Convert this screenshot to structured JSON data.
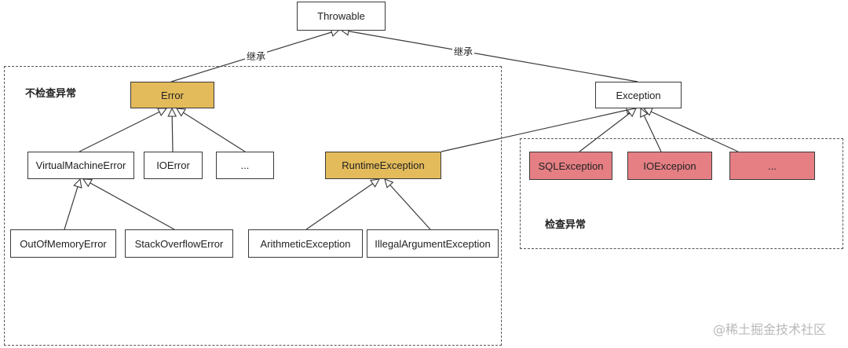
{
  "colors": {
    "error_fill": "#e3bb5b",
    "runtime_fill": "#e3bb5b",
    "checked_fill": "#e57f84",
    "default_fill": "#ffffff",
    "stroke": "#3a3a3a"
  },
  "groups": {
    "unchecked_title": "不检查异常",
    "checked_title": "检查异常"
  },
  "edge_labels": {
    "error_inherit": "继承",
    "exception_inherit": "继承"
  },
  "nodes": {
    "throwable": "Throwable",
    "error": "Error",
    "exception": "Exception",
    "virtual_machine_error": "VirtualMachineError",
    "io_error": "IOError",
    "error_more": "...",
    "runtime_exception": "RuntimeException",
    "sql_exception": "SQLException",
    "io_excepion": "IOExcepion",
    "exception_more": "...",
    "out_of_memory_error": "OutOfMemoryError",
    "stack_overflow_error": "StackOverflowError",
    "arithmetic_exception": "ArithmeticException",
    "illegal_argument_exception": "IllegalArgumentException"
  },
  "watermark": "@稀土掘金技术社区"
}
